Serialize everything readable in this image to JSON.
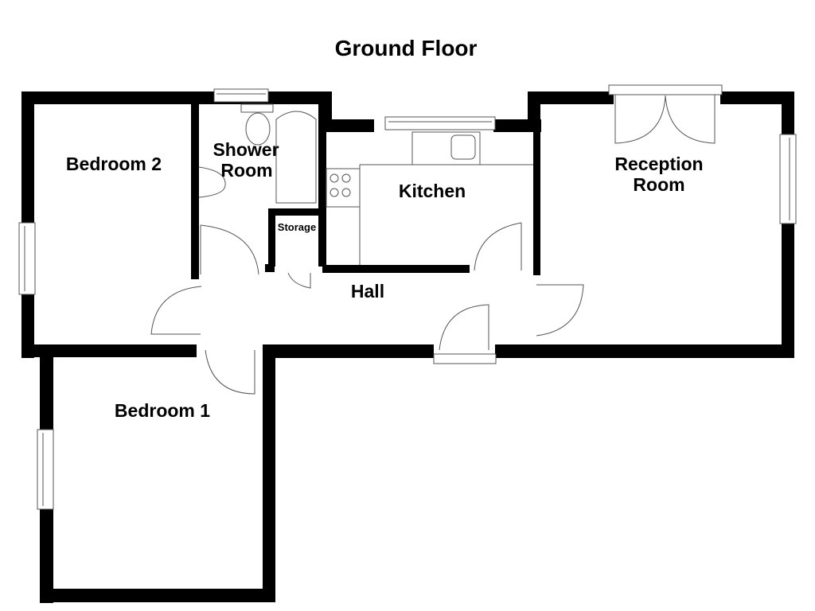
{
  "title": "Ground Floor",
  "rooms": {
    "bedroom2": {
      "label": "Bedroom 2"
    },
    "shower_room": {
      "label_line1": "Shower",
      "label_line2": "Room"
    },
    "storage": {
      "label": "Storage"
    },
    "kitchen": {
      "label": "Kitchen"
    },
    "reception": {
      "label_line1": "Reception",
      "label_line2": "Room"
    },
    "hall": {
      "label": "Hall"
    },
    "bedroom1": {
      "label": "Bedroom 1"
    }
  },
  "colors": {
    "wall": "#000000",
    "background": "#ffffff",
    "fixture_line": "#555555"
  }
}
